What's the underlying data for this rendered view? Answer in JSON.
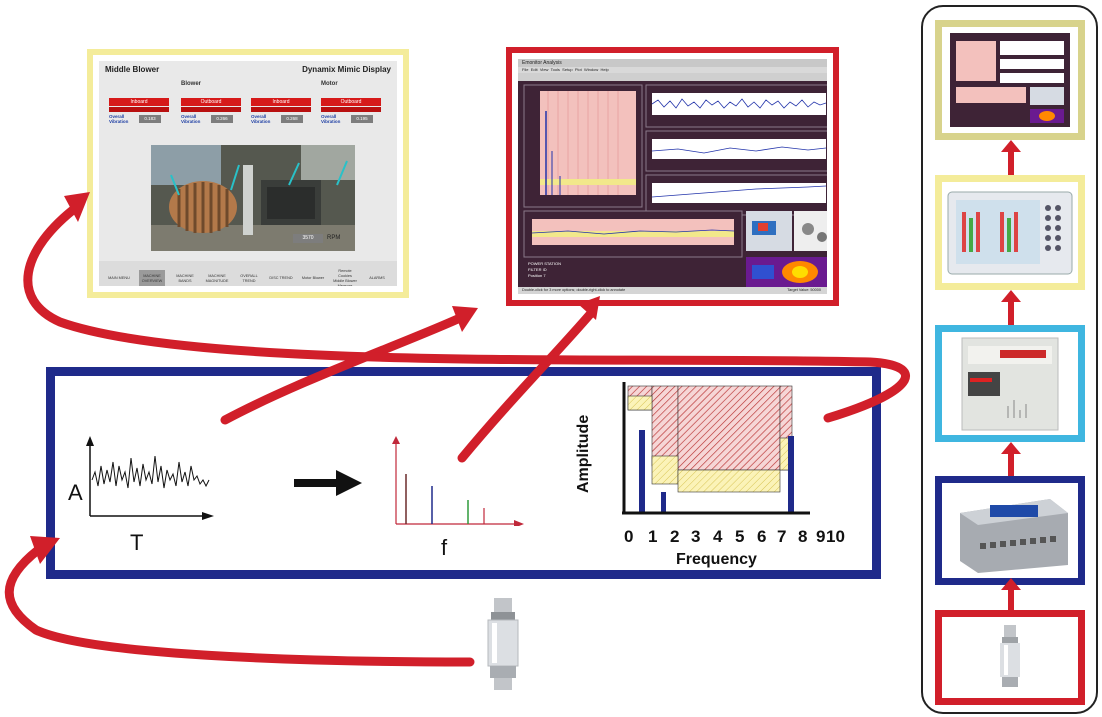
{
  "mimic_display": {
    "title_left": "Middle Blower",
    "title_right": "Dynamix Mimic Display",
    "sections": [
      "Blower",
      "Motor"
    ],
    "points": [
      {
        "label": "Inboard",
        "measure": "Overall Vibration",
        "value": "0.183"
      },
      {
        "label": "Outboard",
        "measure": "Overall Vibration",
        "value": "0.266"
      },
      {
        "label": "Inboard",
        "measure": "Overall Vibration",
        "value": "0.268"
      },
      {
        "label": "Outboard",
        "measure": "Overall Vibration",
        "value": "0.195"
      }
    ],
    "rpm_value": "3570",
    "rpm_label": "RPM",
    "nav": [
      "MAIN MENU",
      "MACHINE OVERVIEW",
      "MACHINE BANDS",
      "MACHINE MAGNITUDE",
      "OVERALL TREND",
      "DISC TREND",
      "Motor Blower",
      "Remote Cookies Middle Blower Measure",
      "ALARMS"
    ]
  },
  "analysis_window": {
    "title": "Emonitor Analysis",
    "menu": [
      "File",
      "Edit",
      "View",
      "Tools",
      "Setup",
      "Plot",
      "Window",
      "Help"
    ],
    "status_left": "Double-click for 3 more options; double-right-click to annotate",
    "status_right": "Target Value: 50000",
    "info_lines": [
      "POWER STATION",
      "FILTER ID",
      "Position 7"
    ]
  },
  "signal_flow": {
    "time_axis_y": "A",
    "time_axis_x": "T",
    "freq_axis_x": "f",
    "band_ylabel": "Amplitude",
    "band_xlabel": "Frequency",
    "band_ticks": [
      "0",
      "1",
      "2",
      "3",
      "4",
      "5",
      "6",
      "7",
      "8",
      "9",
      "10"
    ]
  },
  "colors": {
    "red": "#d11f2a",
    "navy": "#1f2a8a",
    "yellow": "#f4ec9a",
    "cyan": "#3fb6e0",
    "dark": "#222222"
  },
  "icons": {
    "sensor": "accelerometer-sensor-icon",
    "arrow": "arrow-right-icon"
  }
}
